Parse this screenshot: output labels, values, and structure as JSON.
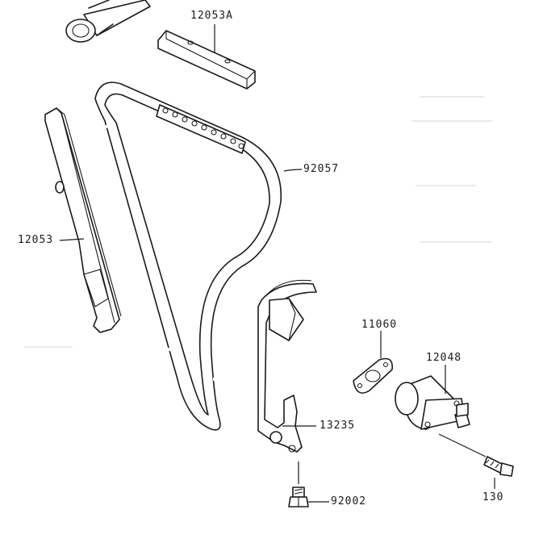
{
  "diagram": {
    "part_labels": {
      "guide_upper": "12053A",
      "guide_left": "12053",
      "chain": "92057",
      "guide_tensioner": "13235",
      "bolt_guide": "92002",
      "gasket": "11060",
      "tensioner": "12048",
      "bolt_tensioner": "130"
    }
  }
}
